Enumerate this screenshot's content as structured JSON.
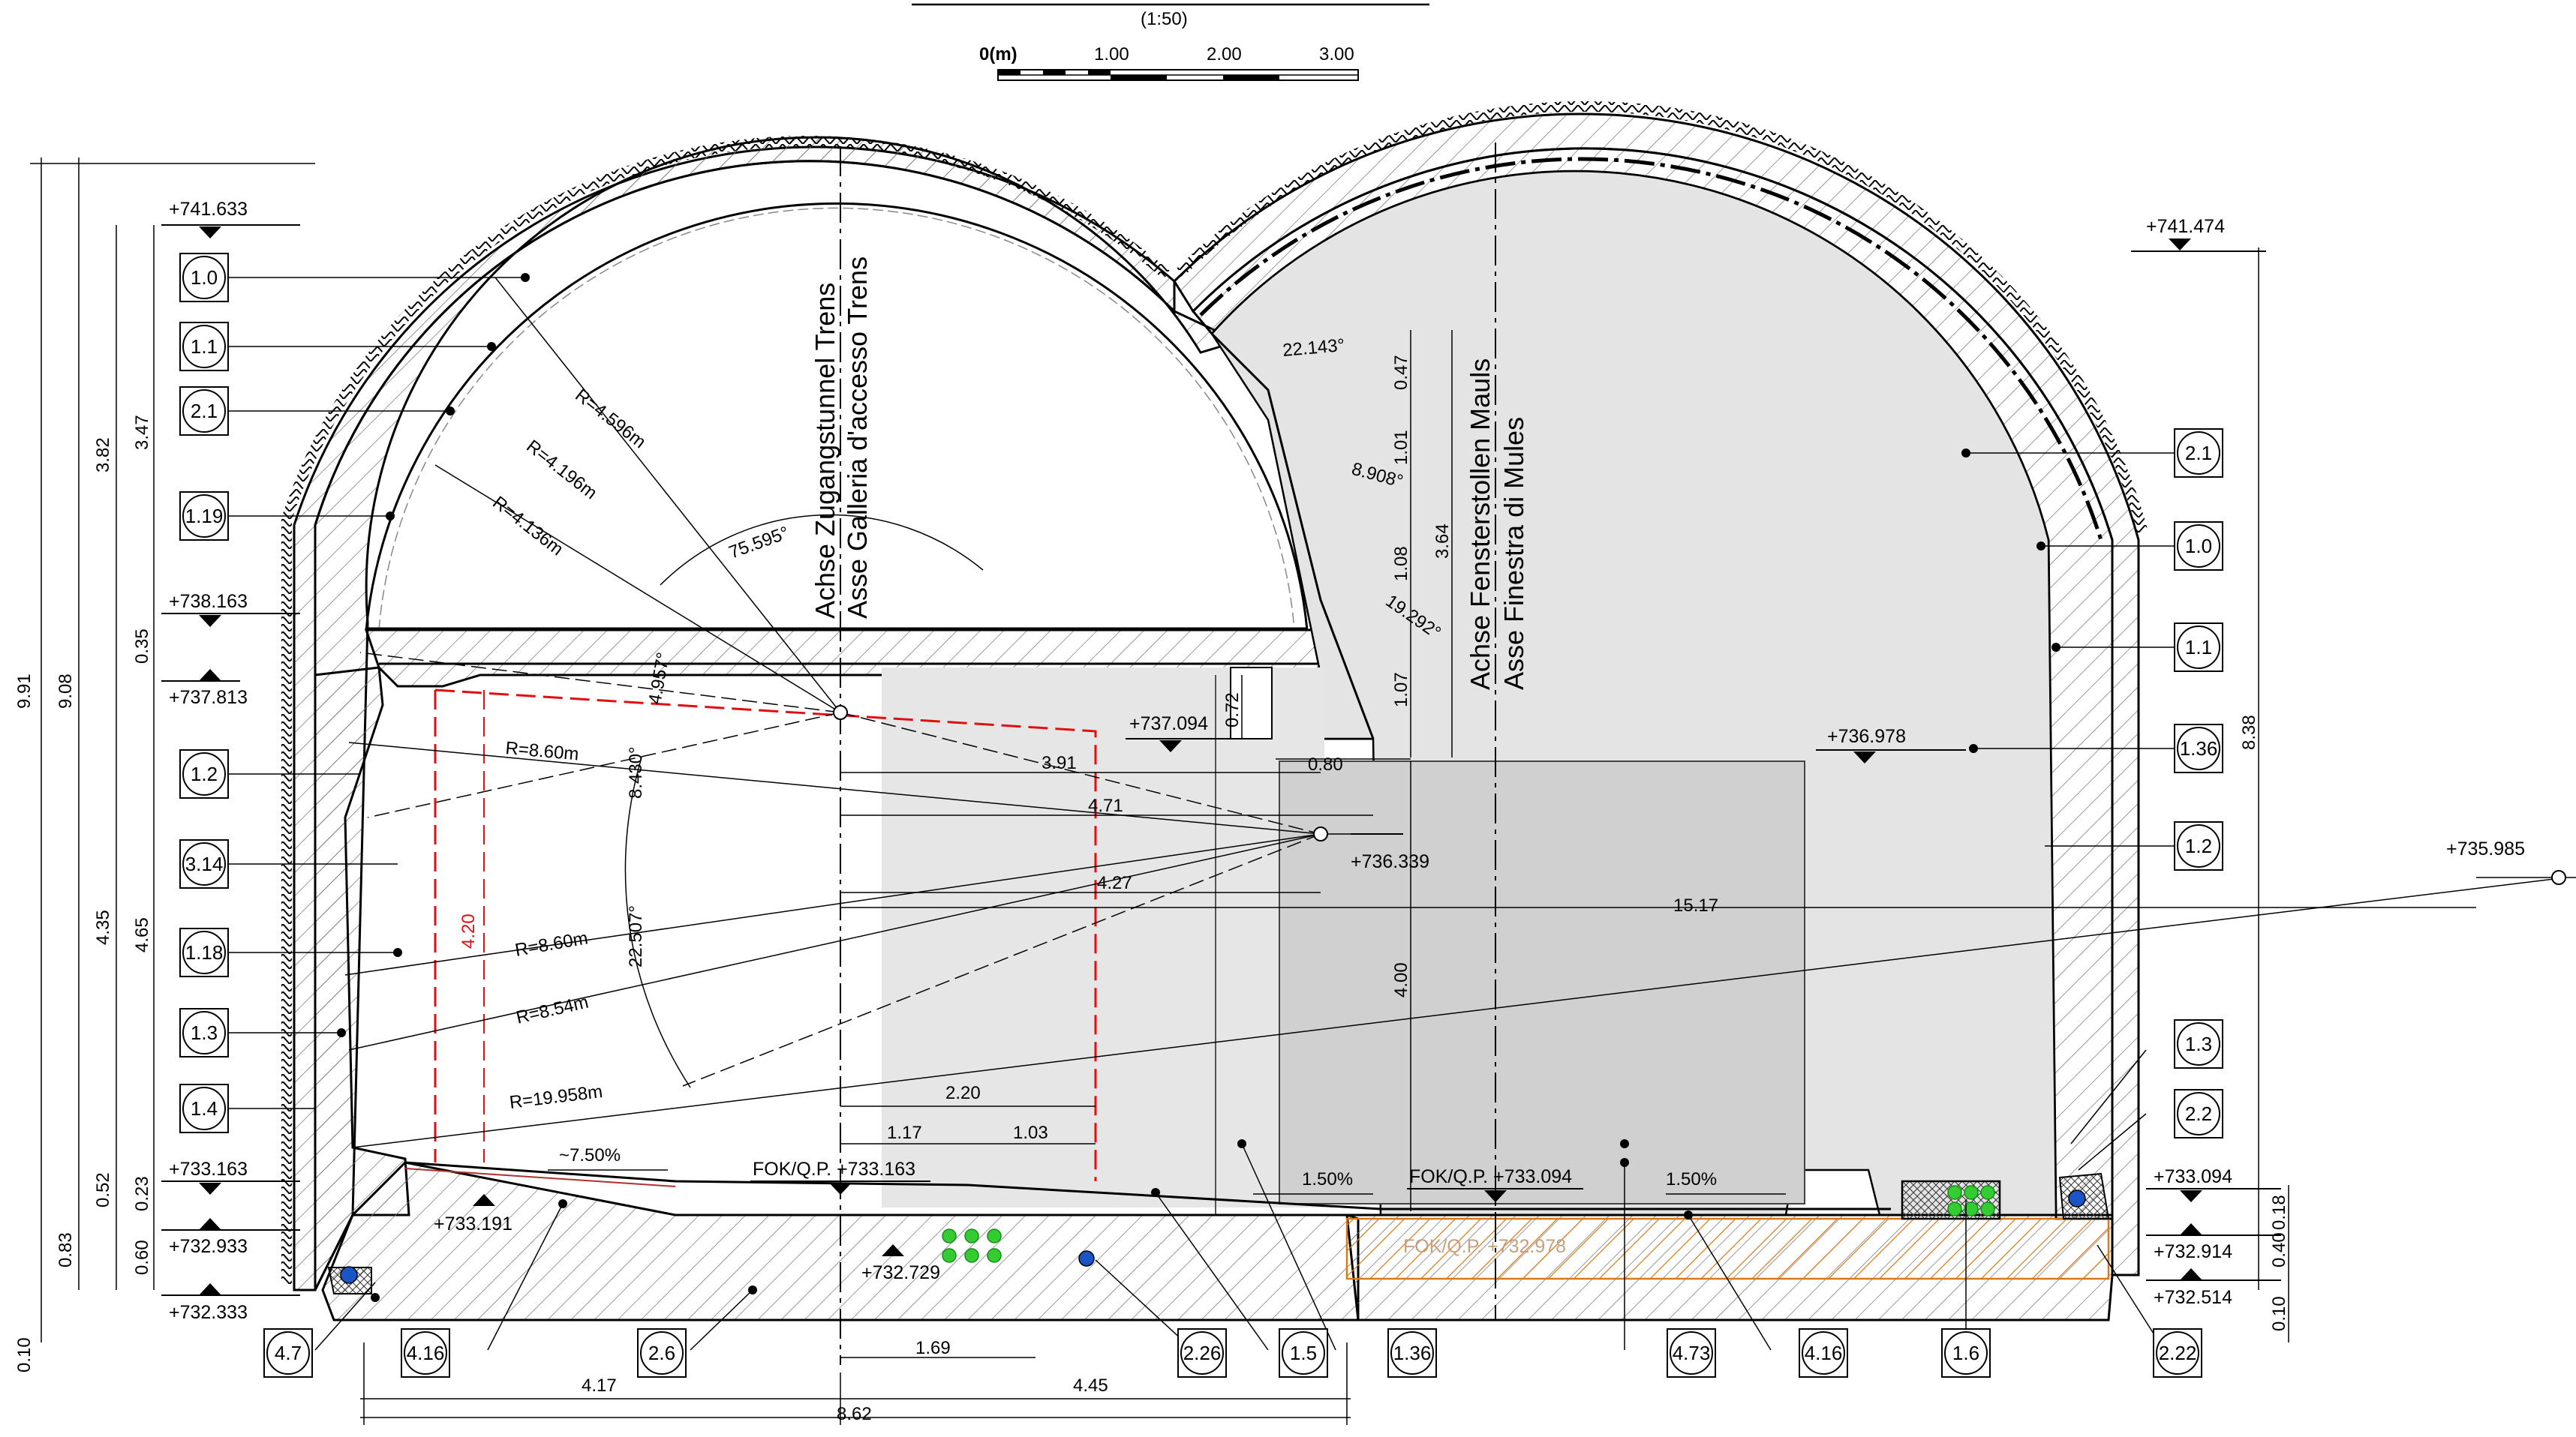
{
  "scale": {
    "ratio": "(1:50)",
    "ticks": [
      "0(m)",
      "1.00",
      "2.00",
      "3.00"
    ]
  },
  "axes": {
    "left": [
      "Achse Zugangstunnel Trens",
      "Asse Galleria d'accesso Trens"
    ],
    "right": [
      "Achse Fensterstollen Mauls",
      "Asse Finestra di Mules"
    ]
  },
  "levels": {
    "l741633": "+741.633",
    "l741474": "+741.474",
    "l738163": "+738.163",
    "l737813": "+737.813",
    "l737094": "+737.094",
    "l736978": "+736.978",
    "l736339": "+736.339",
    "l735985": "+735.985",
    "l733163": "+733.163",
    "l733191": "+733.191",
    "l732933": "+732.933",
    "l732729": "+732.729",
    "l732333": "+732.333",
    "l733094": "+733.094",
    "l732914": "+732.914",
    "l732514": "+732.514",
    "fok_left": "FOK/Q.P. +733.163",
    "fok_right": "FOK/Q.P. +733.094",
    "fok_faint": "FOK/Q.P. +732.978"
  },
  "radii": {
    "r4596": "R=4.596m",
    "r4196": "R=4.196m",
    "r4136": "R=4.136m",
    "r860a": "R=8.60m",
    "r860b": "R=8.60m",
    "r854": "R=8.54m",
    "r19958": "R=19.958m"
  },
  "angles": {
    "a75595": "75.595°",
    "a4957": "4.957°",
    "a8430": "8.430°",
    "a22507": "22.507°",
    "a22143": "22.143°",
    "a8908": "8.908°",
    "a19292": "19.292°"
  },
  "slopes": {
    "s750": "~7.50%",
    "s150a": "1.50%",
    "s150b": "1.50%"
  },
  "dims": {
    "d991": "9.91",
    "d908": "9.08",
    "d382": "3.82",
    "d347": "3.47",
    "d035": "0.35",
    "d435": "4.35",
    "d465": "4.65",
    "d052": "0.52",
    "d023": "0.23",
    "d083": "0.83",
    "d060": "0.60",
    "d010a": "0.10",
    "d838": "8.38",
    "d018": "0.18",
    "d040": "0.40",
    "d010b": "0.10",
    "d047": "0.47",
    "d101": "1.01",
    "d364": "3.64",
    "d108": "1.08",
    "d107": "1.07",
    "d072": "0.72",
    "d080": "0.80",
    "d400": "4.00",
    "d391": "3.91",
    "d471": "4.71",
    "d427": "4.27",
    "d1517": "15.17",
    "d420": "4.20",
    "d220": "2.20",
    "d117": "1.17",
    "d103": "1.03",
    "d169": "1.69",
    "d417": "4.17",
    "d445": "4.45",
    "d862": "8.62"
  },
  "tags": {
    "leftcol": [
      "1.0",
      "1.1",
      "2.1",
      "1.19",
      "1.2",
      "3.14",
      "1.18",
      "1.3",
      "1.4"
    ],
    "rightcol": [
      "2.1",
      "1.0",
      "1.1",
      "1.36",
      "1.2",
      "1.3",
      "2.2",
      "2.22"
    ],
    "bottom": [
      "4.7",
      "4.16",
      "2.6",
      "2.26",
      "1.5",
      "1.36",
      "4.73",
      "4.16",
      "1.6"
    ]
  },
  "colors": {
    "line": "#000000",
    "red_outline": "#e01010",
    "orange_hatch": "#d97a1a",
    "green_pipe": "#33cc33",
    "blue_drain": "#1a55c8",
    "grey_fill": "#e3e3e3",
    "dark_grey_fill": "#d3d3d3"
  }
}
